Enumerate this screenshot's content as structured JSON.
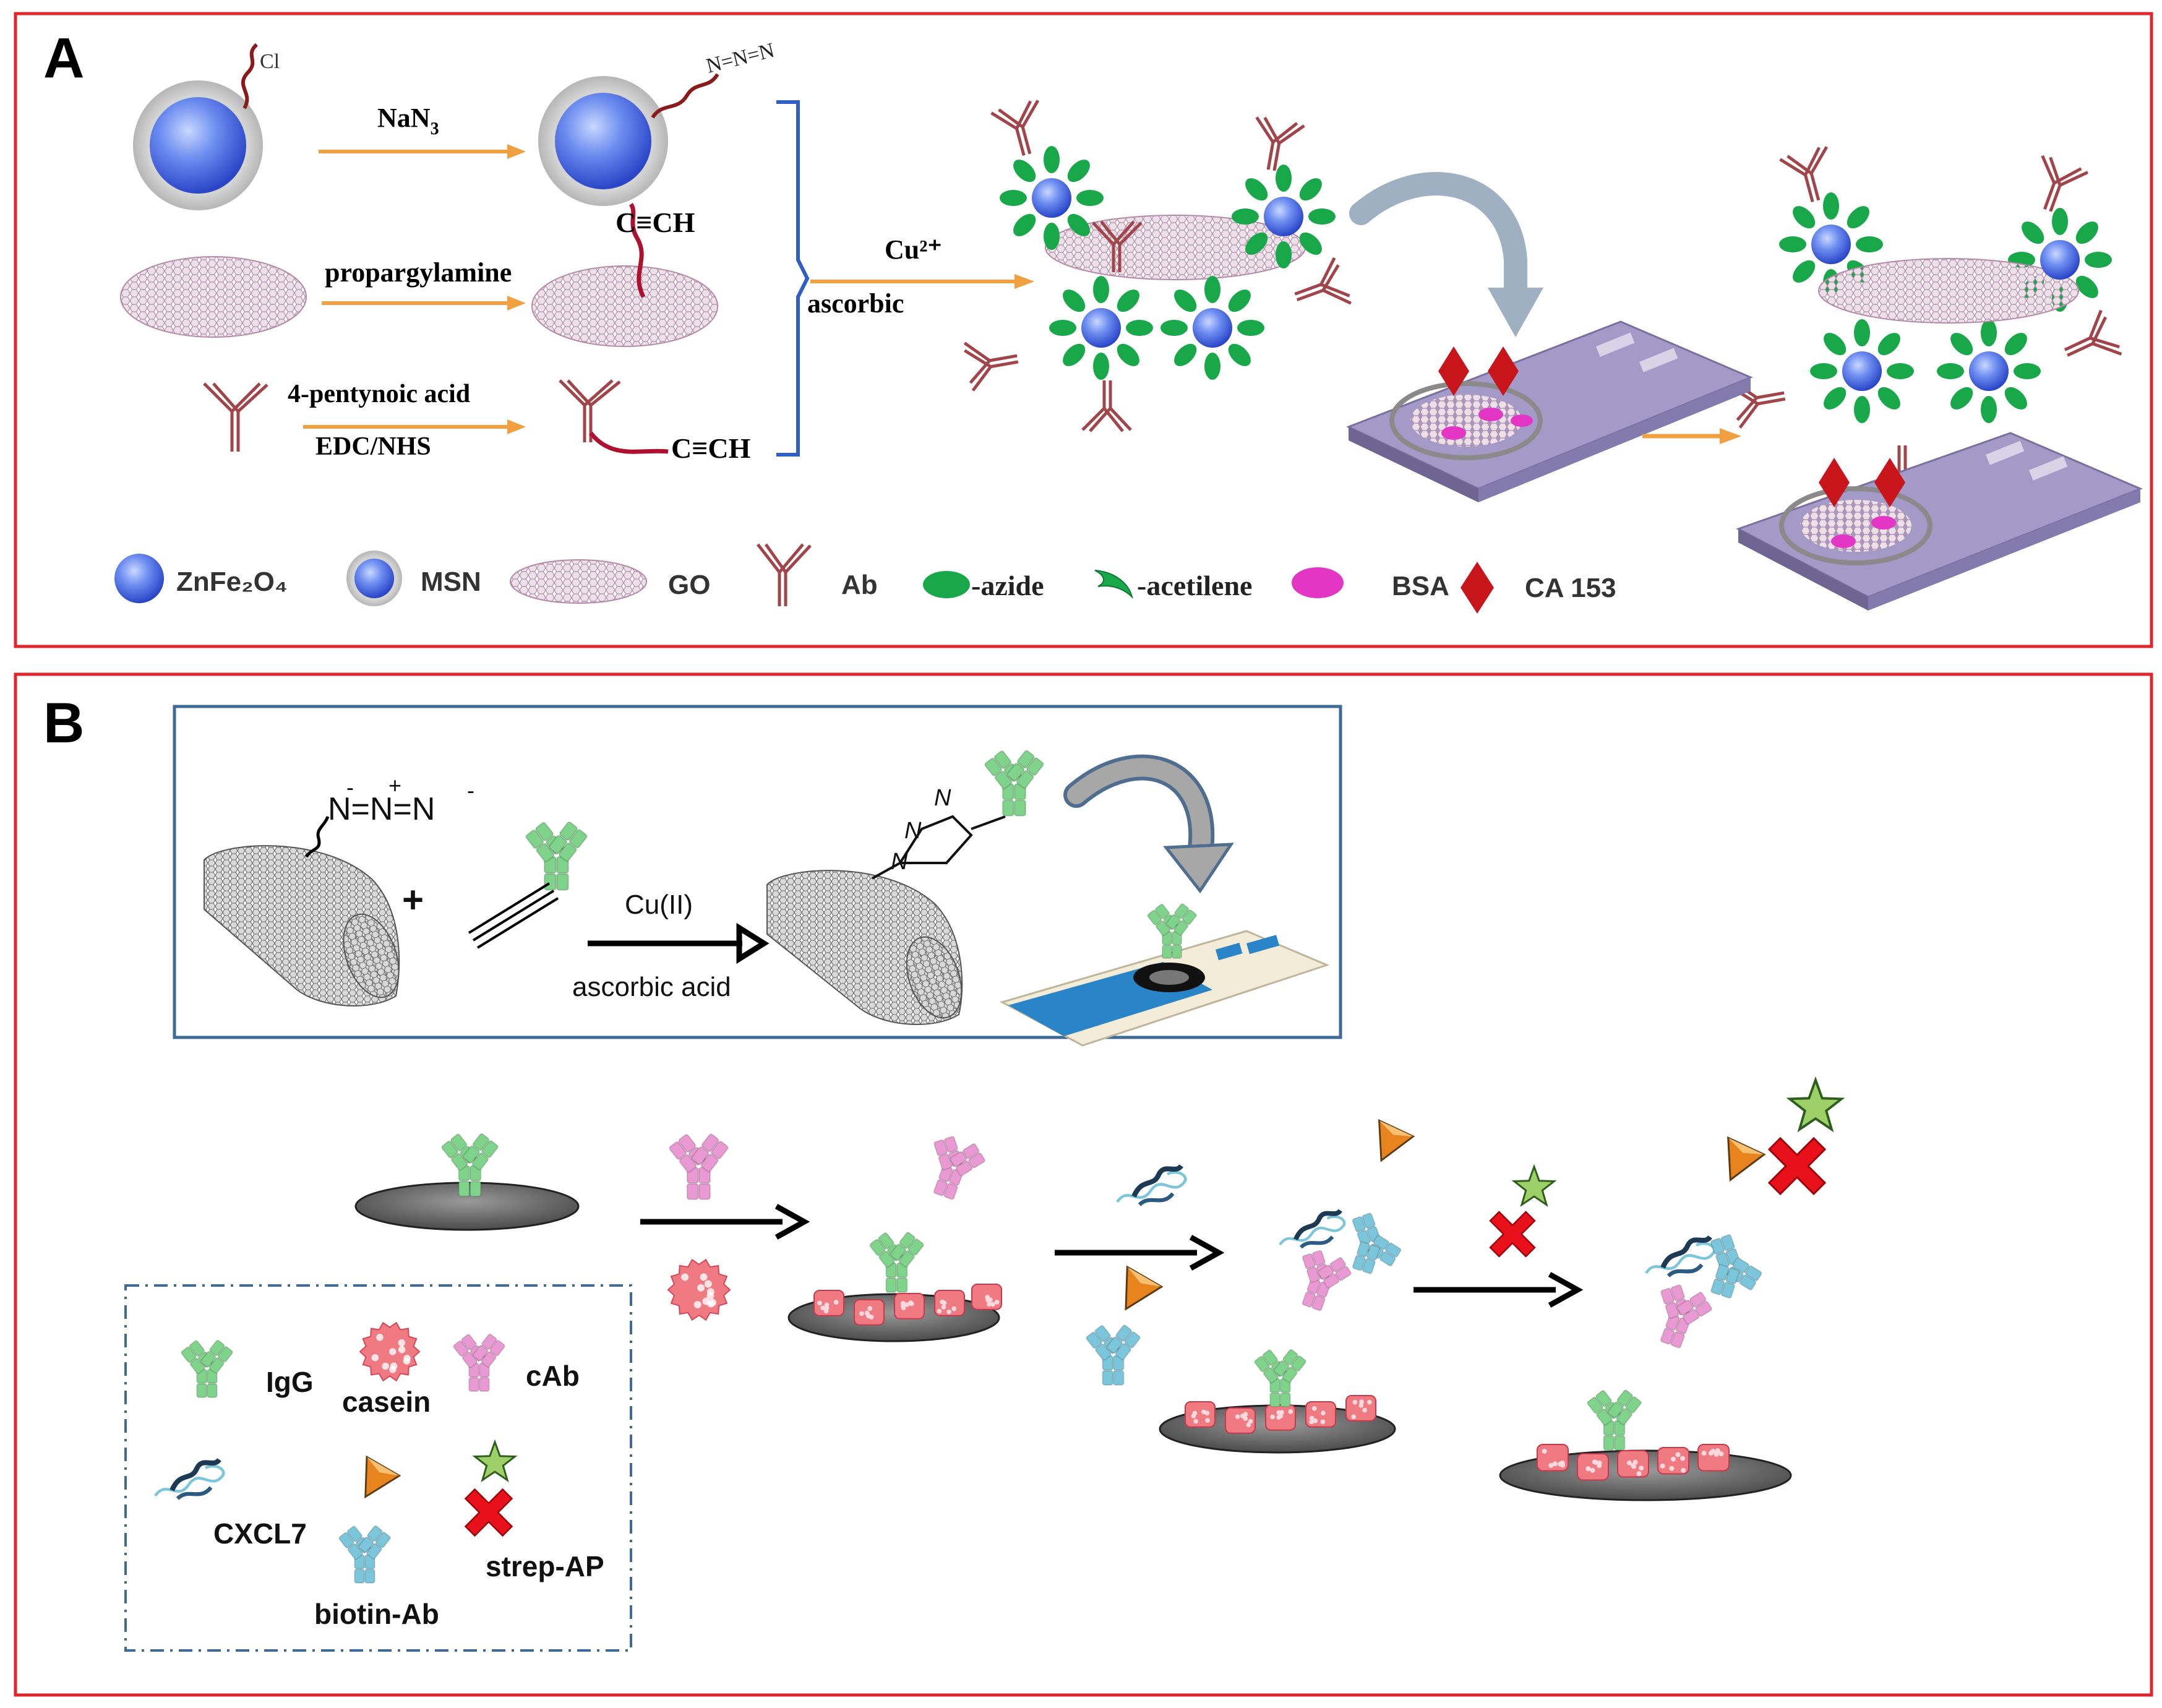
{
  "panel_a": {
    "letter": "A",
    "reagent_nan3": "NaN",
    "reagent_nan3_sub": "3",
    "azide_chain": "N=N=N",
    "chloro": "Cl",
    "reagent_propargylamine": "propargylamine",
    "alkyne_ch_1": "C≡CH",
    "reagent_pentynoic": "4-pentynoic acid",
    "reagent_edc": "EDC/NHS",
    "alkyne_ch_2": "C≡CH",
    "cu_label": "Cu²⁺",
    "ascorbic_label": "ascorbic",
    "legend": {
      "znfe": "ZnFe₂O₄",
      "msn": "MSN",
      "go": "GO",
      "ab": "Ab",
      "azide": "-azide",
      "acetilene": "-acetilene",
      "bsa": "BSA",
      "ca153": "CA 153"
    }
  },
  "panel_b": {
    "letter": "B",
    "azide_formula": "N=N=N",
    "charge_minus_1": "-",
    "charge_plus": "+",
    "charge_minus_2": "-",
    "plus_sign": "+",
    "cu_ii": "Cu(II)",
    "ascorbic_acid": "ascorbic acid",
    "triazole_n1": "N",
    "triazole_n2": "N",
    "triazole_n3": "N",
    "legend": {
      "igg": "IgG",
      "casein": "casein",
      "cab": "cAb",
      "cxcl7": "CXCL7",
      "biotin_ab": "biotin-Ab",
      "strep_ap": "strep-AP"
    }
  },
  "colors": {
    "panel_border": "#e0262b",
    "inset_border": "#3f6a95",
    "legend_border": "#3f6a95",
    "ab_green": "#7fd38a",
    "ab_pink": "#e99ad2",
    "ab_blue": "#7cc6dc",
    "ab_maroon": "#a2454a",
    "bead_blue": "#4a6fe0",
    "shell_grey": "#cfcfcf",
    "go_sheet": "#c9a9c0",
    "azide_green": "#18a84a",
    "bsa_magenta": "#e436c4",
    "ca153_red": "#c8151b",
    "arrow_orange": "#f0a040",
    "chip_lilac": "#a49ac8",
    "casein_pink": "#f07a82",
    "strep_red": "#e8101a",
    "star_green": "#9ed06a",
    "cone_orange": "#e8841e"
  }
}
